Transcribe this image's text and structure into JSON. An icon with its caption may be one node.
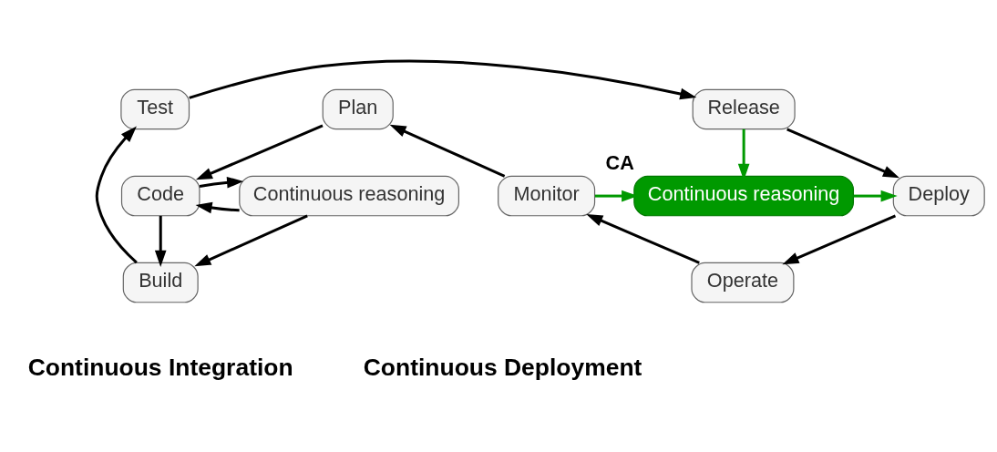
{
  "diagram": {
    "nodes": [
      {
        "text": [
          "Plan"
        ]
      },
      {
        "text": [
          "Code"
        ]
      },
      {
        "text": [
          "Continuous reasoning"
        ]
      },
      {
        "text": [
          "Build"
        ]
      },
      {
        "text": [
          "Test"
        ]
      },
      {
        "text": [
          "Release"
        ]
      },
      {
        "text": [
          "Continuous reasoning"
        ],
        "beside": [
          "CA"
        ]
      },
      {
        "text": [
          "Deploy"
        ]
      },
      {
        "text": [
          "Monitor"
        ]
      },
      {
        "text": [
          "Operate"
        ]
      }
    ],
    "edges": [
      {
        "from": 0,
        "to": 1,
        "arrow": "to"
      },
      {
        "from": 2,
        "to": 1,
        "arrow": "to"
      },
      {
        "from": 1,
        "to": 2,
        "arrow": "to"
      },
      {
        "from": 2,
        "to": 3,
        "arrow": "to"
      },
      {
        "from": 1,
        "to": 3,
        "arrow": "to"
      },
      {
        "from": 3,
        "to": 4,
        "arrow": "to"
      },
      {
        "from": 4,
        "to": 5,
        "arrow": "to"
      },
      {
        "from": 8,
        "to": 0,
        "arrow": "to"
      },
      {
        "from": 5,
        "to": 7,
        "arrow": "to"
      },
      {
        "from": 5,
        "to": 6,
        "arrow": "to",
        "color": "#009900"
      },
      {
        "from": 8,
        "to": 6,
        "arrow": "to",
        "color": "#009900"
      },
      {
        "from": 6,
        "to": 7,
        "arrow": "to",
        "color": "#009900"
      },
      {
        "from": 7,
        "to": 9,
        "arrow": "to"
      },
      {
        "from": 9,
        "to": 8,
        "arrow": "to"
      }
    ],
    "labels": [
      "Continuous Integration",
      "Continuous Deployment"
    ]
  }
}
